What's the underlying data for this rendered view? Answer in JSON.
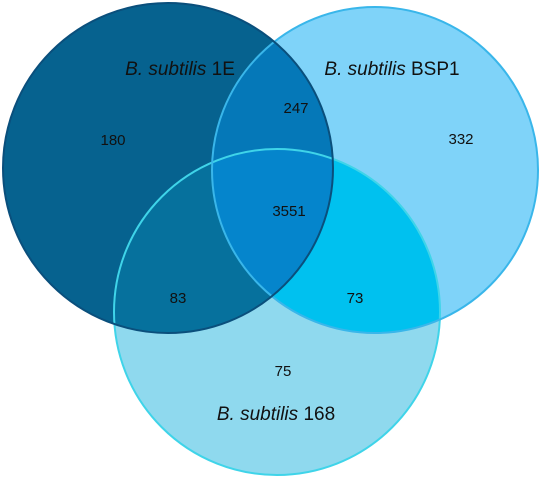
{
  "sets": [
    {
      "key": "1e",
      "genus": "B.",
      "species": "subtilis",
      "strain": "1E",
      "fill": "#06628f"
    },
    {
      "key": "bsp1",
      "genus": "B.",
      "species": "subtilis",
      "strain": "BSP1",
      "fill": "#7fd3f9"
    },
    {
      "key": "168",
      "genus": "B.",
      "species": "subtilis",
      "strain": "168",
      "fill": "#8fd9ee"
    }
  ],
  "colors": {
    "overlap_1e_bsp1": "#0578b8",
    "overlap_1e_168": "#06719d",
    "overlap_bsp1_168": "#00c1ef",
    "overlap_all": "#0585cc"
  },
  "regions": {
    "only_1e": "180",
    "only_bsp1": "332",
    "only_168": "75",
    "1e_bsp1": "247",
    "1e_168": "83",
    "bsp1_168": "73",
    "all_three": "3551"
  }
}
